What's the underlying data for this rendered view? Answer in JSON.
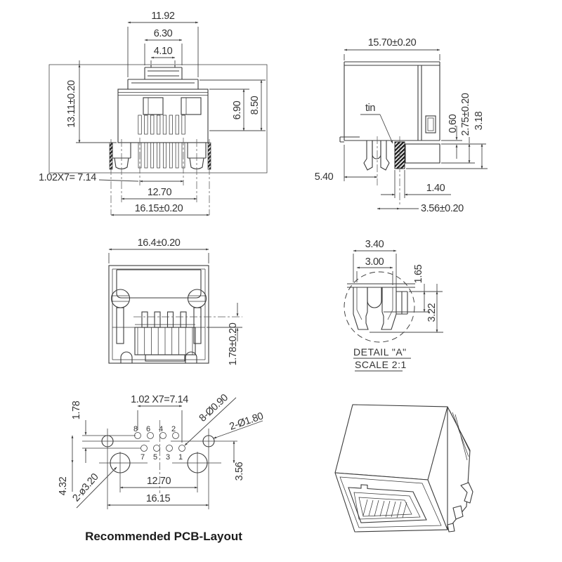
{
  "style": {
    "line_color": "#3b3b3b",
    "background": "#ffffff",
    "hatch_color": "#1e1e1e"
  },
  "front": {
    "w1": "11.92",
    "w2": "6.30",
    "w3": "4.10",
    "h1": "13.11±0.20",
    "h2": "6.90",
    "h3": "8.50",
    "pitch": "1.02X7= 7.14",
    "span1": "12.70",
    "span2": "16.15±0.20"
  },
  "side": {
    "w": "15.70±0.20",
    "tin": "tin",
    "d1": "0.60",
    "d2": "2.75±0.20",
    "d3": "3.18",
    "d4": "5.40",
    "d5": "1.40",
    "d6": "3.56±0.20"
  },
  "top": {
    "w": "16.4±0.20",
    "d": "1.78±0.20"
  },
  "detail": {
    "w1": "3.40",
    "w2": "3.00",
    "h1": "1.65",
    "h2": "3.22",
    "title": "DETAIL \"A\"",
    "scale": "SCALE 2:1"
  },
  "pcb": {
    "rows": "1.78",
    "pitch": "1.02 X7=7.14",
    "holes_pin": "8-Ø0.90",
    "holes_post": "2-Ø1.80",
    "holes_mount": "2-ø3.20",
    "v1": "4.32",
    "v2": "3.56",
    "span1": "12.70",
    "span2": "16.15",
    "pins_top": [
      "8",
      "6",
      "4",
      "2"
    ],
    "pins_bottom": [
      "7",
      "5",
      "3",
      "1"
    ],
    "caption": "Recommended PCB-Layout"
  }
}
